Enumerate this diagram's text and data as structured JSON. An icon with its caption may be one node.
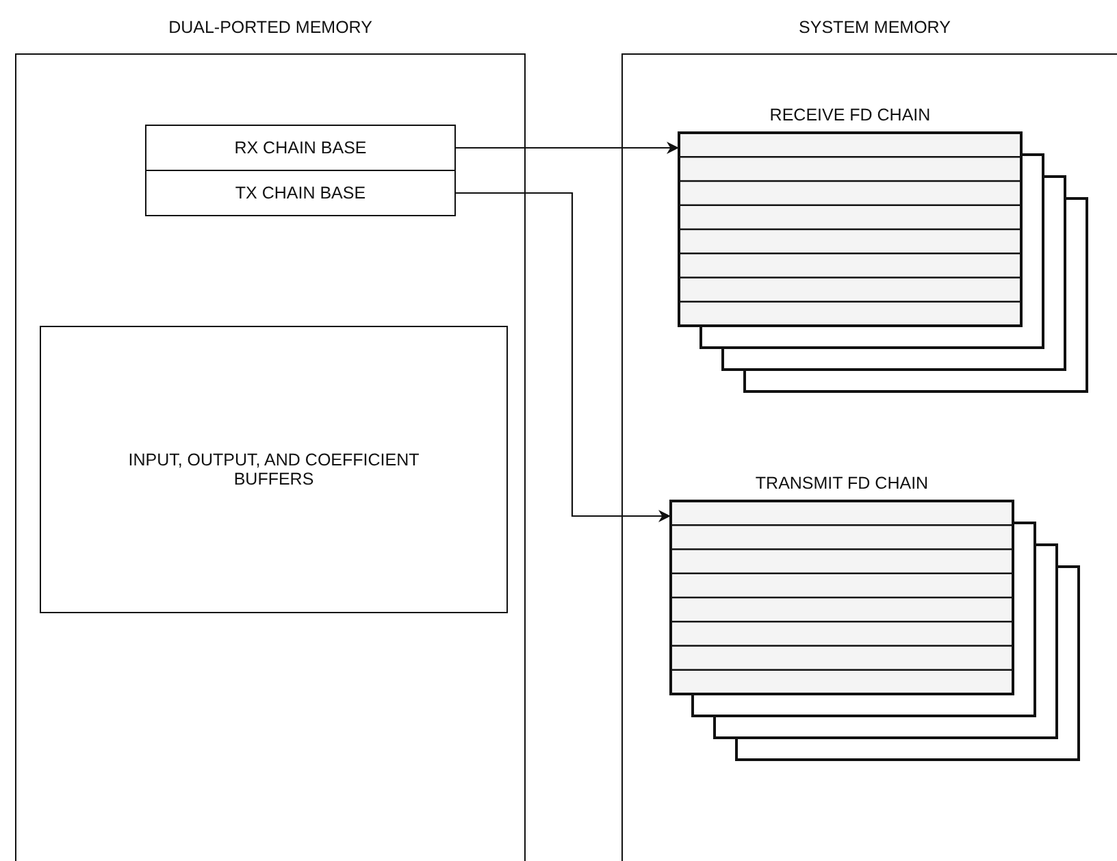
{
  "diagram": {
    "nodes": [
      {
        "text": [
          "DUAL-PORTED MEMORY"
        ]
      },
      {
        "text": [
          "RX CHAIN BASE"
        ],
        "in": 0
      },
      {
        "text": [
          "TX CHAIN BASE"
        ],
        "in": 0
      },
      {
        "text": [
          "INPUT, OUTPUT, AND COEFFICIENT BUFFERS"
        ],
        "in": 0
      },
      {
        "text": [
          "SYSTEM MEMORY"
        ]
      },
      {
        "text": [
          "RECEIVE FD CHAIN"
        ],
        "in": 4
      },
      {
        "text": [
          "TRANSMIT FD CHAIN"
        ],
        "in": 4
      }
    ],
    "edges": [
      {
        "from": 1,
        "to": 5,
        "arrow": "to"
      },
      {
        "from": 2,
        "to": 6,
        "arrow": "to"
      }
    ]
  }
}
